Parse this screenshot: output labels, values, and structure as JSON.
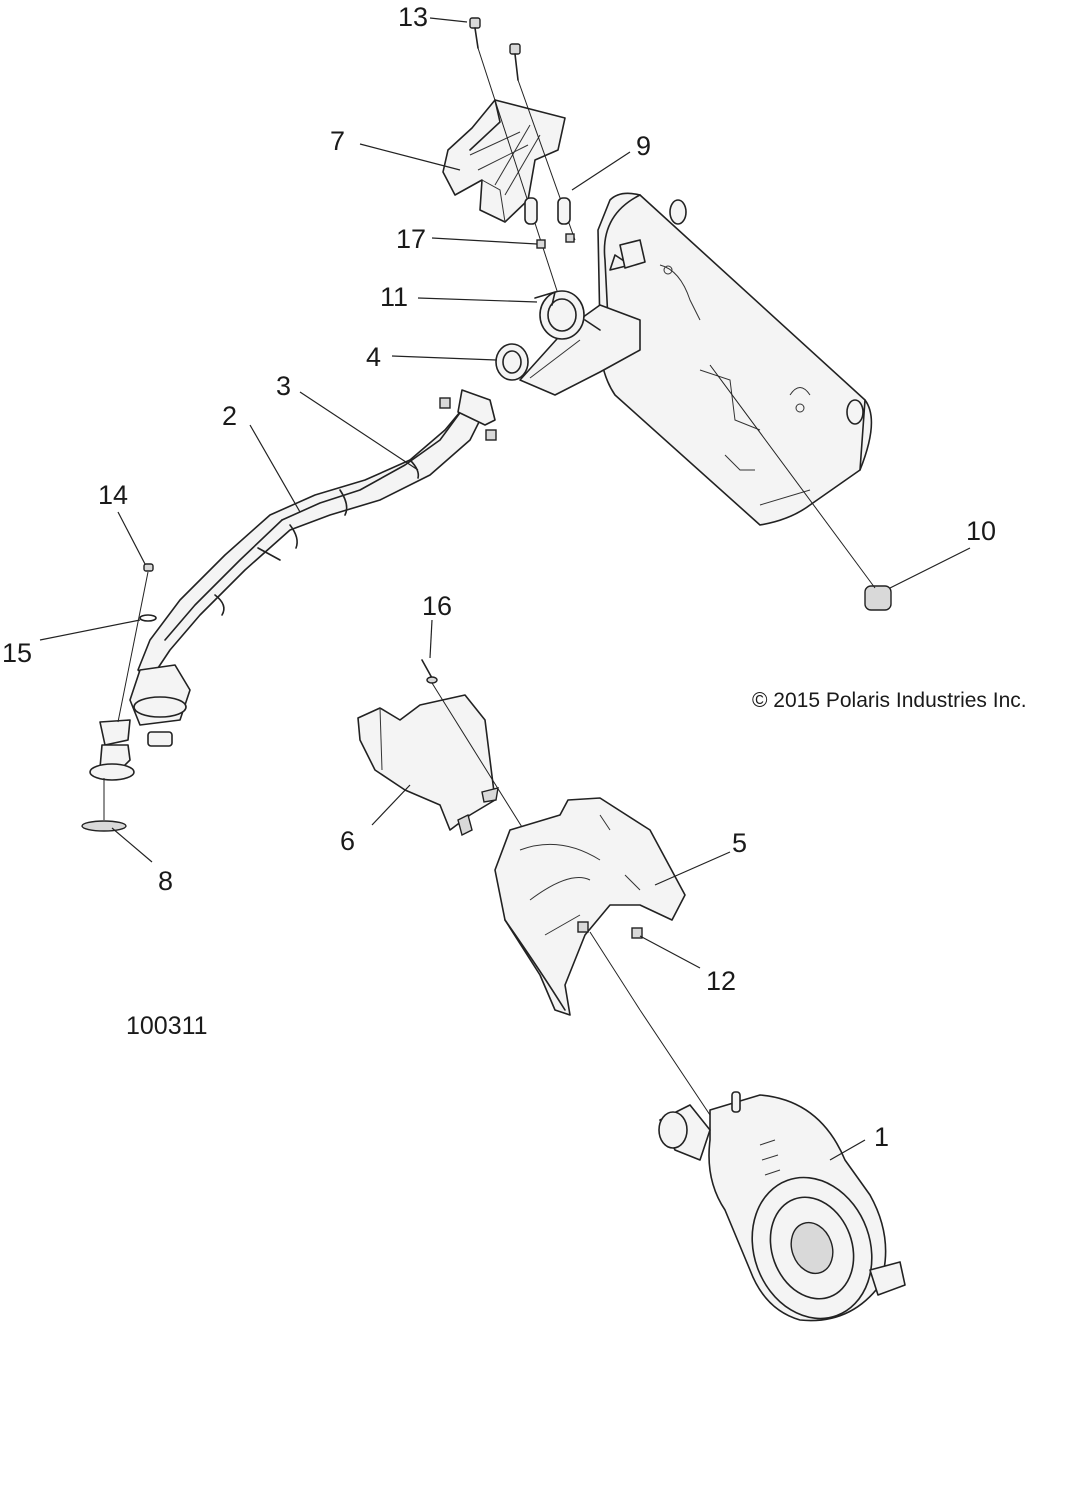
{
  "callouts": [
    {
      "id": "callout-1",
      "label": "1"
    },
    {
      "id": "callout-2",
      "label": "2"
    },
    {
      "id": "callout-3",
      "label": "3"
    },
    {
      "id": "callout-4",
      "label": "4"
    },
    {
      "id": "callout-5",
      "label": "5"
    },
    {
      "id": "callout-6",
      "label": "6"
    },
    {
      "id": "callout-7",
      "label": "7"
    },
    {
      "id": "callout-8",
      "label": "8"
    },
    {
      "id": "callout-9",
      "label": "9"
    },
    {
      "id": "callout-10",
      "label": "10"
    },
    {
      "id": "callout-11",
      "label": "11"
    },
    {
      "id": "callout-12",
      "label": "12"
    },
    {
      "id": "callout-13",
      "label": "13"
    },
    {
      "id": "callout-14",
      "label": "14"
    },
    {
      "id": "callout-15",
      "label": "15"
    },
    {
      "id": "callout-16",
      "label": "16"
    },
    {
      "id": "callout-17",
      "label": "17"
    }
  ],
  "copyright": "© 2015 Polaris Industries Inc.",
  "drawing_number": "100311"
}
